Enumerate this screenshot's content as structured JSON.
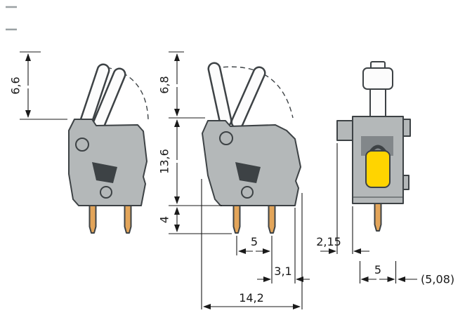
{
  "drawing": {
    "colors": {
      "body": "#b4b8b9",
      "pin": "#e3a55a",
      "button": "#ffd400",
      "outline": "#3d4245",
      "dimension": "#1a1a1a"
    },
    "views": {
      "side_closed": {
        "dim_lever_height": "6,6"
      },
      "side_open": {
        "dim_lever_height": "6,8",
        "dim_body_height": "13,6",
        "dim_pin_length": "4",
        "dim_pin_pitch": "5",
        "dim_pin_to_edge": "3,1",
        "dim_overall_width": "14,2"
      },
      "front": {
        "dim_edge_offset": "2,15",
        "dim_pitch": "5",
        "dim_grid_pitch": "(5,08)"
      }
    }
  }
}
